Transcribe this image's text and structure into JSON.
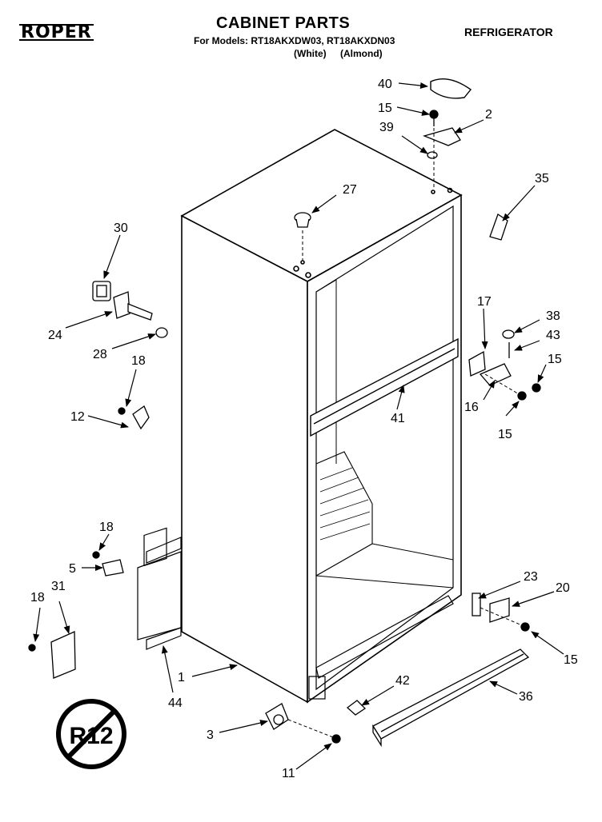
{
  "header": {
    "brand": "ROPER",
    "title": "CABINET PARTS",
    "models": "For Models: RT18AKXDW03, RT18AKXDN03",
    "finishes": "(White)   (Almond)",
    "category": "REFRIGERATOR"
  },
  "callouts": {
    "p1": "1",
    "p2": "2",
    "p3": "3",
    "p5": "5",
    "p11": "11",
    "p12": "12",
    "p15a": "15",
    "p15b": "15",
    "p15c": "15",
    "p15d": "15",
    "p16": "16",
    "p17": "17",
    "p18a": "18",
    "p18b": "18",
    "p18c": "18",
    "p20": "20",
    "p23": "23",
    "p24": "24",
    "p27": "27",
    "p28": "28",
    "p30": "30",
    "p31": "31",
    "p35": "35",
    "p36": "36",
    "p38": "38",
    "p39": "39",
    "p40": "40",
    "p41": "41",
    "p42": "42",
    "p43": "43",
    "p44": "44"
  },
  "stamp": "R12"
}
